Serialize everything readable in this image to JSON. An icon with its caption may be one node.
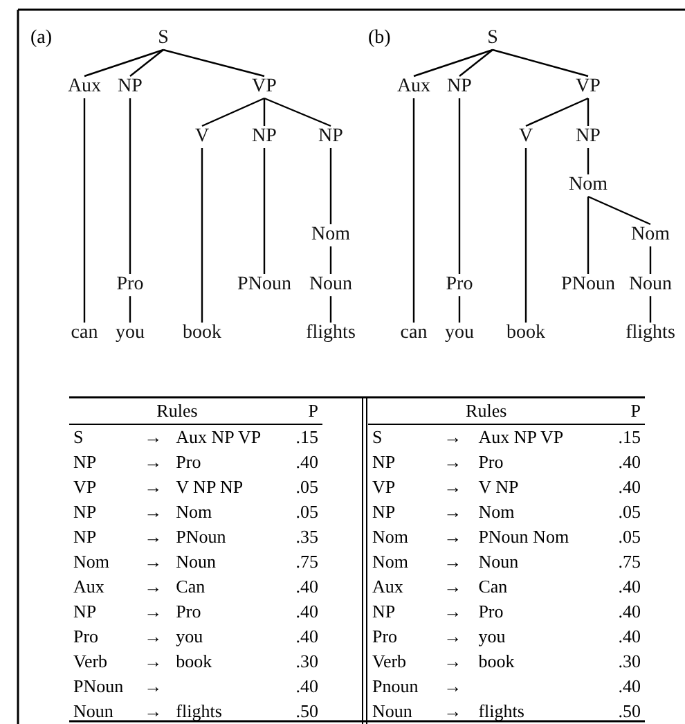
{
  "diagram": {
    "nodes": [
      {
        "text": [
          "S"
        ]
      },
      {
        "text": [
          "Aux"
        ]
      },
      {
        "text": [
          "NP"
        ]
      },
      {
        "text": [
          "VP"
        ]
      },
      {
        "text": [
          "V"
        ]
      },
      {
        "text": [
          "NP"
        ]
      },
      {
        "text": [
          "NP"
        ]
      },
      {
        "text": [
          "Nom"
        ]
      },
      {
        "text": [
          "Pro"
        ]
      },
      {
        "text": [
          "PNoun"
        ]
      },
      {
        "text": [
          "Noun"
        ]
      },
      {
        "text": [
          "can"
        ]
      },
      {
        "text": [
          "you"
        ]
      },
      {
        "text": [
          "book"
        ]
      },
      {
        "text": [
          "flights"
        ]
      },
      {
        "text": [
          "S"
        ]
      },
      {
        "text": [
          "Aux"
        ]
      },
      {
        "text": [
          "NP"
        ]
      },
      {
        "text": [
          "VP"
        ]
      },
      {
        "text": [
          "V"
        ]
      },
      {
        "text": [
          "NP"
        ]
      },
      {
        "text": [
          "Nom"
        ]
      },
      {
        "text": [
          "Nom"
        ]
      },
      {
        "text": [
          "Pro"
        ]
      },
      {
        "text": [
          "PNoun"
        ]
      },
      {
        "text": [
          "Noun"
        ]
      },
      {
        "text": [
          "can"
        ]
      },
      {
        "text": [
          "you"
        ]
      },
      {
        "text": [
          "book"
        ]
      },
      {
        "text": [
          "flights"
        ]
      }
    ],
    "edges": [
      {
        "from": 0,
        "to": 1,
        "arrow": "none"
      },
      {
        "from": 0,
        "to": 2,
        "arrow": "none"
      },
      {
        "from": 0,
        "to": 3,
        "arrow": "none"
      },
      {
        "from": 3,
        "to": 4,
        "arrow": "none"
      },
      {
        "from": 3,
        "to": 5,
        "arrow": "none"
      },
      {
        "from": 3,
        "to": 6,
        "arrow": "none"
      },
      {
        "from": 6,
        "to": 7,
        "arrow": "none"
      },
      {
        "from": 7,
        "to": 10,
        "arrow": "none"
      },
      {
        "from": 2,
        "to": 8,
        "arrow": "none"
      },
      {
        "from": 5,
        "to": 9,
        "arrow": "none"
      },
      {
        "from": 1,
        "to": 11,
        "arrow": "none"
      },
      {
        "from": 8,
        "to": 12,
        "arrow": "none"
      },
      {
        "from": 4,
        "to": 13,
        "arrow": "none"
      },
      {
        "from": 10,
        "to": 14,
        "arrow": "none"
      },
      {
        "from": 15,
        "to": 16,
        "arrow": "none"
      },
      {
        "from": 15,
        "to": 17,
        "arrow": "none"
      },
      {
        "from": 15,
        "to": 18,
        "arrow": "none"
      },
      {
        "from": 18,
        "to": 19,
        "arrow": "none"
      },
      {
        "from": 18,
        "to": 20,
        "arrow": "none"
      },
      {
        "from": 20,
        "to": 21,
        "arrow": "none"
      },
      {
        "from": 21,
        "to": 24,
        "arrow": "none"
      },
      {
        "from": 21,
        "to": 22,
        "arrow": "none"
      },
      {
        "from": 22,
        "to": 25,
        "arrow": "none"
      },
      {
        "from": 17,
        "to": 23,
        "arrow": "none"
      },
      {
        "from": 16,
        "to": 26,
        "arrow": "none"
      },
      {
        "from": 23,
        "to": 27,
        "arrow": "none"
      },
      {
        "from": 19,
        "to": 28,
        "arrow": "none"
      },
      {
        "from": 25,
        "to": 29,
        "arrow": "none"
      }
    ],
    "labels": [
      "(a)",
      "(b)",
      "Rules",
      "P",
      "S",
      "→",
      "Aux NP VP",
      ".15",
      "NP",
      "→",
      "Pro",
      ".40",
      "VP",
      "→",
      "V NP NP",
      ".05",
      "NP",
      "→",
      "Nom",
      ".05",
      "NP",
      "→",
      "PNoun",
      ".35",
      "Nom",
      "→",
      "Noun",
      ".75",
      "Aux",
      "→",
      "Can",
      ".40",
      "NP",
      "→",
      "Pro",
      ".40",
      "Pro",
      "→",
      "you",
      ".40",
      "Verb",
      "→",
      "book",
      ".30",
      "PNoun",
      "→",
      ".40",
      "Noun",
      "→",
      "flights",
      ".50",
      "Rules",
      "P",
      "S",
      "→",
      "Aux NP VP",
      ".15",
      "NP",
      "→",
      "Pro",
      ".40",
      "VP",
      "→",
      "V NP",
      ".40",
      "NP",
      "→",
      "Nom",
      ".05",
      "Nom",
      "→",
      "PNoun Nom",
      ".05",
      "Nom",
      "→",
      "Noun",
      ".75",
      "Aux",
      "→",
      "Can",
      ".40",
      "NP",
      "→",
      "Pro",
      ".40",
      "Pro",
      "→",
      "you",
      ".40",
      "Verb",
      "→",
      "book",
      ".30",
      "Pnoun",
      "→",
      ".40",
      "Noun",
      "→",
      "flights",
      ".50"
    ]
  }
}
